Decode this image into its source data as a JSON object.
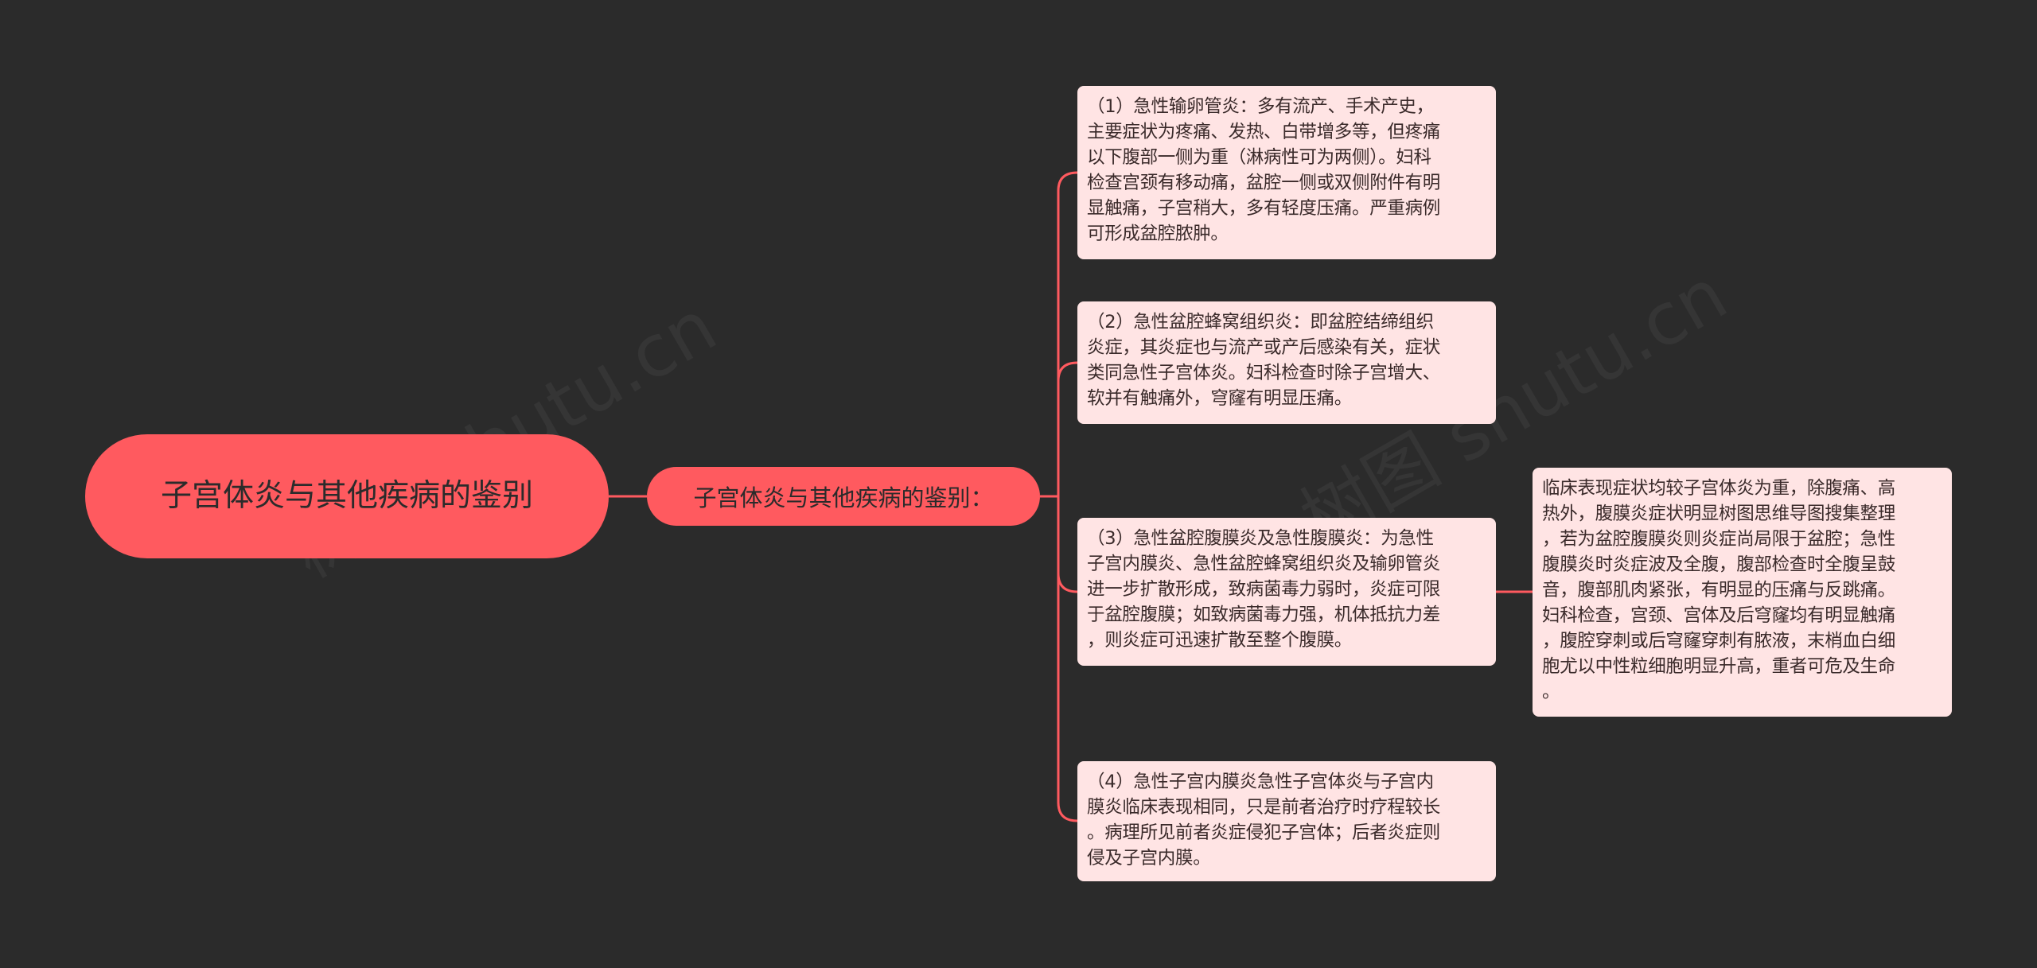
{
  "colors": {
    "background": "#2b2b2b",
    "node_fill": "#ff5a5f",
    "leaf_fill": "#ffe4e4",
    "connector": "#ff5a5f"
  },
  "root": {
    "label": "子宫体炎与其他疾病的鉴别"
  },
  "branch": {
    "label": "子宫体炎与其他疾病的鉴别："
  },
  "leaves": [
    {
      "text": "（1）急性输卵管炎：多有流产、手术产史，\n主要症状为疼痛、发热、白带增多等，但疼痛\n以下腹部一侧为重（淋病性可为两侧）。妇科\n检查宫颈有移动痛，盆腔一侧或双侧附件有明\n显触痛，子宫稍大，多有轻度压痛。严重病例\n可形成盆腔脓肿。"
    },
    {
      "text": "（2）急性盆腔蜂窝组织炎：即盆腔结缔组织\n炎症，其炎症也与流产或产后感染有关，症状\n类同急性子宫体炎。妇科检查时除子宫增大、\n软并有触痛外，穹窿有明显压痛。"
    },
    {
      "text": "（3）急性盆腔腹膜炎及急性腹膜炎：为急性\n子宫内膜炎、急性盆腔蜂窝组织炎及输卵管炎\n进一步扩散形成，致病菌毒力弱时，炎症可限\n于盆腔腹膜；如致病菌毒力强，机体抵抗力差\n，则炎症可迅速扩散至整个腹膜。"
    },
    {
      "text": "（4）急性子宫内膜炎急性子宫体炎与子宫内\n膜炎临床表现相同，只是前者治疗时疗程较长\n。病理所见前者炎症侵犯子宫体；后者炎症则\n侵及子宫内膜。"
    }
  ],
  "subleaf": {
    "text": "临床表现症状均较子宫体炎为重，除腹痛、高\n热外，腹膜炎症状明显树图思维导图搜集整理\n，若为盆腔腹膜炎则炎症尚局限于盆腔；急性\n腹膜炎时炎症波及全腹，腹部检查时全腹呈鼓\n音，腹部肌肉紧张，有明显的压痛与反跳痛。\n妇科检查，宫颈、宫体及后穹窿均有明显触痛\n，腹腔穿刺或后穹窿穿刺有脓液，末梢血白细\n胞尤以中性粒细胞明显升高，重者可危及生命\n。"
  },
  "watermark": {
    "text": "树图 shutu.cn"
  }
}
